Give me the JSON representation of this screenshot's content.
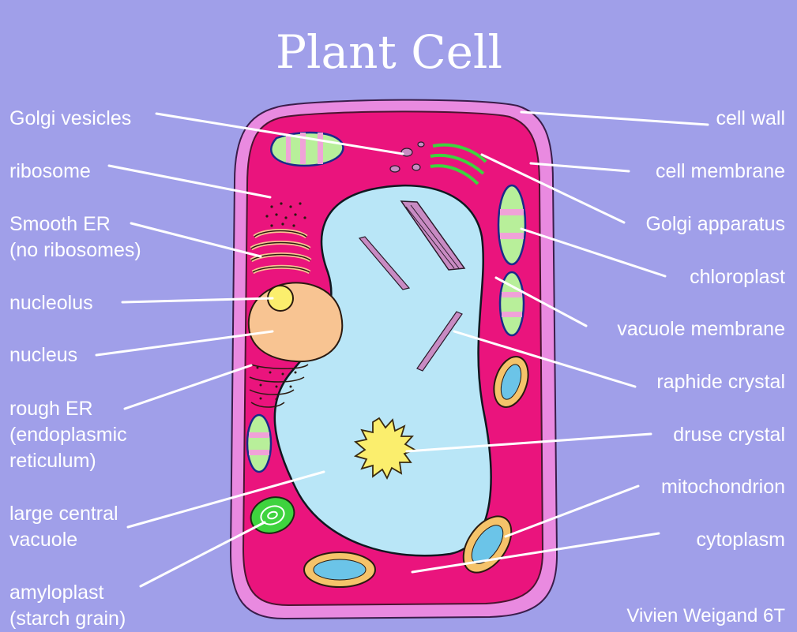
{
  "title": "Plant Cell",
  "credit": "Vivien Weigand 6T",
  "colors": {
    "background": "#a09fe9",
    "cell_wall": "#e98ae0",
    "cytoplasm": "#ea147d",
    "vacuole": "#b9e6f7",
    "nucleus": "#f8c492",
    "nucleolus": "#fbee6d",
    "chloroplast": "#b8ef9a",
    "amyloplast": "#3ed33e",
    "organelle_pink": "#f0a2d8",
    "labels": "#ffffff"
  },
  "left_labels": {
    "golgi_vesicles": [
      "Golgi vesicles"
    ],
    "ribosome": [
      "ribosome"
    ],
    "smooth_er": [
      "Smooth ER",
      "(no ribosomes)"
    ],
    "nucleolus": [
      "nucleolus"
    ],
    "nucleus": [
      "nucleus"
    ],
    "rough_er": [
      "rough ER",
      "(endoplasmic",
      "reticulum)"
    ],
    "central_vacuole": [
      "large central",
      "vacuole"
    ],
    "amyloplast": [
      "amyloplast",
      "(starch grain)"
    ]
  },
  "right_labels": {
    "cell_wall": [
      "cell wall"
    ],
    "cell_membrane": [
      "cell membrane"
    ],
    "golgi_apparatus": [
      "Golgi apparatus"
    ],
    "chloroplast": [
      "chloroplast"
    ],
    "vacuole_membrane": [
      "vacuole membrane"
    ],
    "raphide_crystal": [
      "raphide crystal"
    ],
    "druse_crystal": [
      "druse crystal"
    ],
    "mitochondrion": [
      "mitochondrion"
    ],
    "cytoplasm": [
      "cytoplasm"
    ]
  }
}
